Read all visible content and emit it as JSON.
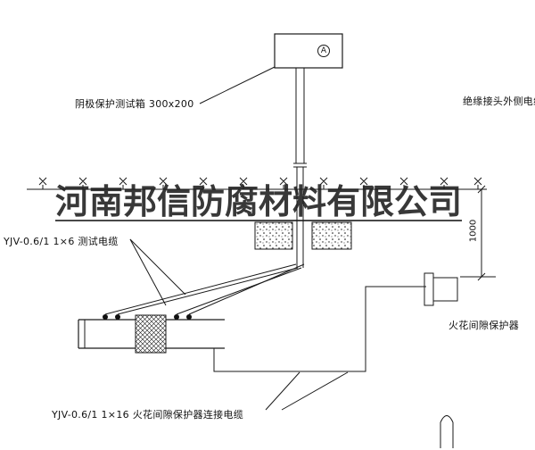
{
  "colors": {
    "background": "#ffffff",
    "line": "#1a1a1a",
    "watermark": "#1c1c1c"
  },
  "watermark": {
    "text": "河南邦信防腐材料有限公司"
  },
  "labels": {
    "test_box": "阴极保护测试箱 300x200",
    "insulation_joint_cable": "绝缘接头外侧电缆",
    "test_cable": "YJV-0.6/1 1×6  测试电缆",
    "spark_gap_protector": "火花间隙保护器",
    "connection_cable": "YJV-0.6/1 1×16  火花间隙保护器连接电缆",
    "dimension_vertical": "1000",
    "meter_letter": "A"
  }
}
